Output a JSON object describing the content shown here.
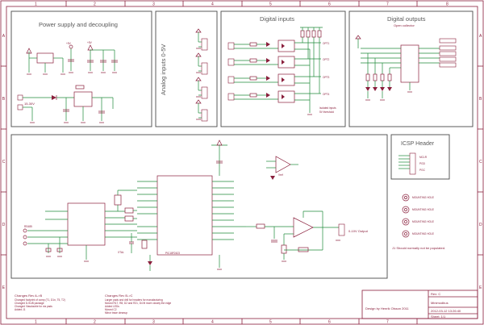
{
  "border": {
    "columns": [
      "1",
      "2",
      "3",
      "4",
      "5",
      "6",
      "7",
      "8"
    ],
    "rows": [
      "A",
      "B",
      "C",
      "D",
      "E"
    ]
  },
  "sections": {
    "power": {
      "title": "Power supply and decoupling",
      "input_label": "15-30V"
    },
    "analog": {
      "title": "Analog inputs 0-5V"
    },
    "digital_in": {
      "title": "Digital inputs"
    },
    "digital_out": {
      "title": "Digital outputs",
      "subtitle": "Open collector"
    },
    "icsp": {
      "title": "ICSP Header"
    },
    "main": {
      "output_label": "0-10V Output",
      "note": "J1 Should normally not be populated."
    }
  },
  "changes": {
    "ab_title": "Changes Rev A->B",
    "ab_lines": [
      "Changed footprint of comp (T1, D1n, T5, T2)",
      "Changed D-SUB package",
      "Changed Viasdouble for via pads",
      "Added J1"
    ],
    "bc_title": "Changes Rev B->C",
    "bc_lines": [
      "Larger pads and drill for headers for manufacturing",
      "Moved R17, R8, D2 and R21, D4 fit more closely the edge",
      "Added LEDs",
      "Moved C2",
      "Minor trace cleanup"
    ]
  },
  "title_block": {
    "rev": "Rev: C",
    "name": "Minimodbus",
    "design": "Design by Henrik Olsson 2011",
    "datetime": "2012-03-12 13:26:40",
    "sheet": "Sheet: 1/1"
  }
}
